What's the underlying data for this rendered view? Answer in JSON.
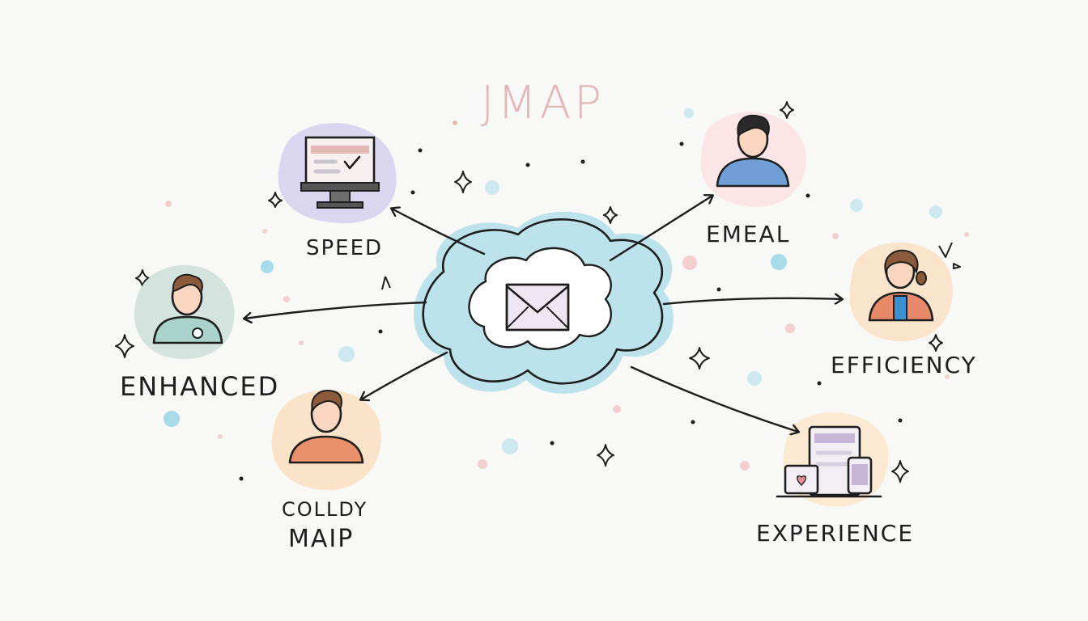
{
  "title": "JMAP",
  "nodes": {
    "speed": {
      "label": "SPEED",
      "icon": "monitor-check-icon"
    },
    "enhanced": {
      "label": "ENHANCED",
      "icon": "user-badge-icon"
    },
    "colldy": {
      "label_line1": "COLLDY",
      "label_line2": "MAIP",
      "icon": "user-icon"
    },
    "emeal": {
      "label": "EMEAL",
      "icon": "user-icon"
    },
    "efficiency": {
      "label": "EFFICIENCY",
      "icon": "woman-user-icon"
    },
    "experience": {
      "label": "EXPERIENCE",
      "icon": "devices-icon"
    }
  },
  "center": {
    "icon": "envelope-icon"
  },
  "colors": {
    "cloud": "#a8dbe8",
    "ink": "#1e1e1e",
    "title": "#e2b7b6",
    "speed_blob": "#d6d2ee",
    "enhanced_blob": "#cfe0da",
    "colldy_blob": "#fbe2c6",
    "emeal_blob": "#fbe4e6",
    "efficiency_blob": "#fbe3c9",
    "experience_blob": "#fbe8cf"
  }
}
